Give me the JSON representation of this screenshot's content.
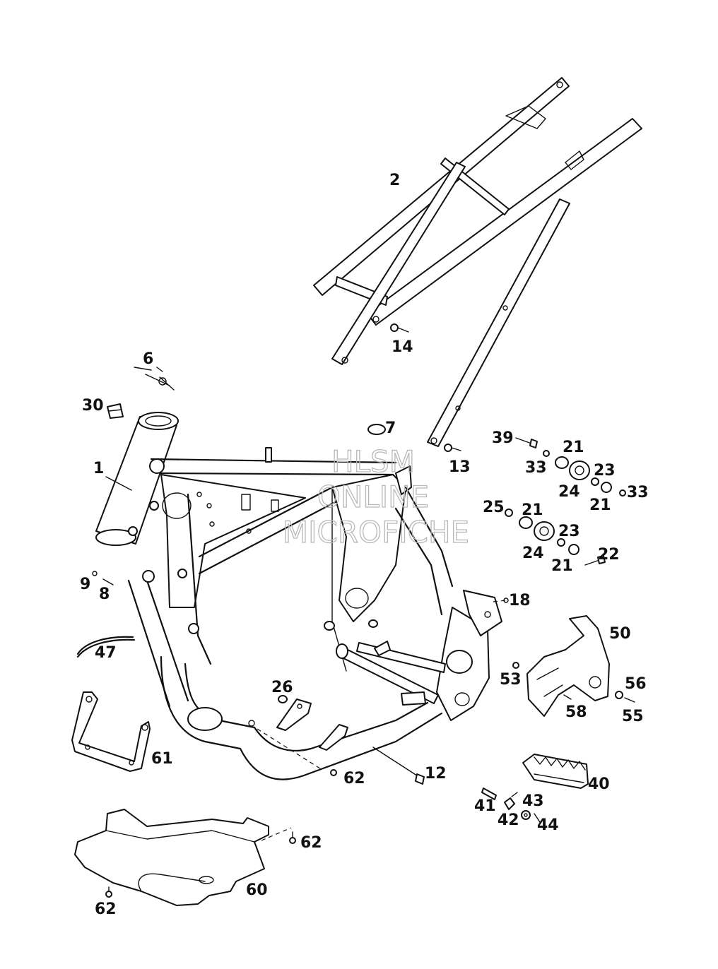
{
  "watermark": [
    "HLSM",
    "ONLINE",
    "MICROFICHE"
  ],
  "callouts": {
    "c1": "1",
    "c2": "2",
    "c6": "6",
    "c7": "7",
    "c8": "8",
    "c9": "9",
    "c12": "12",
    "c13": "13",
    "c14": "14",
    "c18": "18",
    "c21a": "21",
    "c21b": "21",
    "c21c": "21",
    "c21d": "21",
    "c22": "22",
    "c23a": "23",
    "c23b": "23",
    "c24a": "24",
    "c24b": "24",
    "c25": "25",
    "c26": "26",
    "c30": "30",
    "c33a": "33",
    "c33b": "33",
    "c39": "39",
    "c40": "40",
    "c41": "41",
    "c42": "42",
    "c43": "43",
    "c44": "44",
    "c47": "47",
    "c50": "50",
    "c53": "53",
    "c55": "55",
    "c56": "56",
    "c58": "58",
    "c60": "60",
    "c61": "61",
    "c62a": "62",
    "c62b": "62",
    "c62c": "62"
  },
  "colors": {
    "line": "#111111",
    "watermark": "#b8b8b8",
    "background": "#ffffff"
  }
}
